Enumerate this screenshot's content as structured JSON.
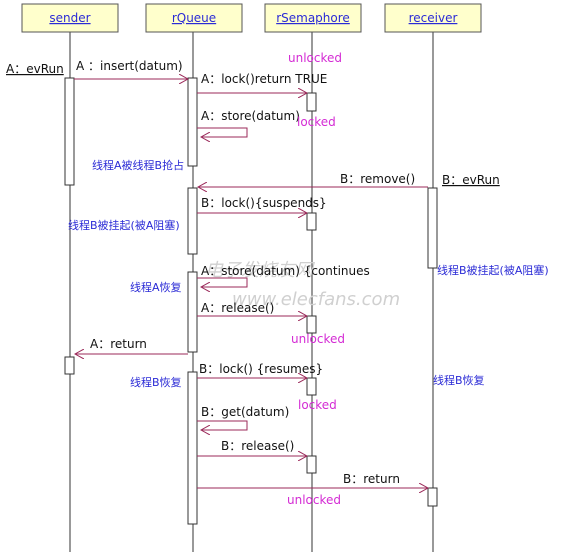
{
  "participants": [
    "sender",
    "rQueue",
    "rSemaphore",
    "receiver"
  ],
  "actors": {
    "a": "A：evRun",
    "b": "B：evRun"
  },
  "messages": {
    "insert": "A ：insert(datum)",
    "lock_a": "A：lock()return TRUE",
    "store_a": "A：store(datum)",
    "remove_b": "B：remove()",
    "lock_b": "B：lock(){suspends}",
    "store_cont": "A：store(datum)  {continues",
    "release_a": "A：release()",
    "return_a": "A：return",
    "lock_b_resume": "B：lock() {resumes}",
    "get_b": "B：get(datum)",
    "release_b": "B：release()",
    "return_b": "B：return"
  },
  "notes": {
    "unlocked_1": "unlocked",
    "locked_1": "locked",
    "preempt_a": "线程A被线程B抢占",
    "suspended_b1": "线程B被挂起(被A阻塞)",
    "suspended_b2": "线程B被挂起(被A阻塞)",
    "resume_a": "线程A恢复",
    "unlocked_2": "unlocked",
    "resume_b1": "线程B恢复",
    "resume_b2": "线程B恢复",
    "locked_2": "locked",
    "unlocked_3": "unlocked"
  },
  "watermark": {
    "cn": "电子发烧友网",
    "url": "www.elecfans.com"
  },
  "colors": {
    "header_fill": "#ffffcc",
    "arrow": "#9b2a5a",
    "lifeline": "#333333",
    "note_blue": "#2b2bd6",
    "note_magenta": "#d42bd4"
  }
}
